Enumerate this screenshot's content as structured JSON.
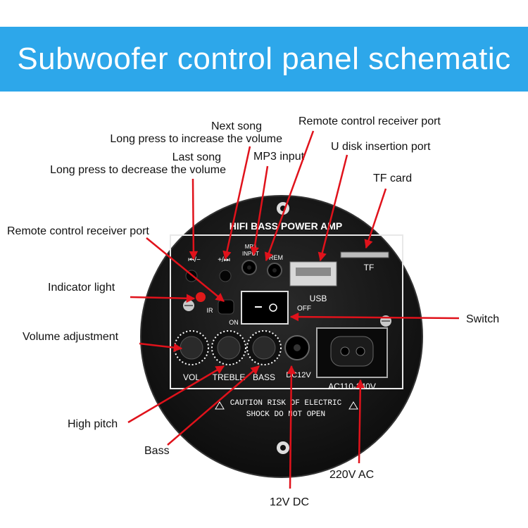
{
  "header": {
    "title": "Subwoofer control panel schematic"
  },
  "panel": {
    "brand": "HIFI BASS POWER AMP",
    "prev_key": "⏮/−",
    "next_key": "+/⏭",
    "mp3_input": "MP3\nINPUT",
    "mp3_input_line1": "MP3",
    "mp3_input_line2": "INPUT",
    "rem": "REM",
    "tf": "TF",
    "usb": "USB",
    "off": "OFF",
    "on": "ON",
    "ir": "IR",
    "vol": "VOL",
    "treble": "TREBLE",
    "bass": "BASS",
    "dc12v": "DC12V",
    "ac": "AC110-240V",
    "caution_line1": "CAUTION RISK OF ELECTRIC",
    "caution_line2": "SHOCK DO NOT OPEN"
  },
  "labels": {
    "next_song": "Next song",
    "long_press_increase": "Long press to increase the volume",
    "last_song": "Last song",
    "long_press_decrease": "Long press to decrease the volume",
    "remote_receiver_top": "Remote control receiver port",
    "mp3_input": "MP3 input",
    "u_disk": "U disk insertion port",
    "tf_card": "TF card",
    "remote_receiver_left": "Remote control receiver port",
    "indicator_light": "Indicator light",
    "volume_adjustment": "Volume adjustment",
    "switch": "Switch",
    "high_pitch": "High pitch",
    "bass": "Bass",
    "ac_220": "220V AC",
    "dc_12": "12V DC"
  },
  "colors": {
    "header_bg": "#2da7ea",
    "arrow": "#e0121b",
    "panel": "#111111"
  }
}
